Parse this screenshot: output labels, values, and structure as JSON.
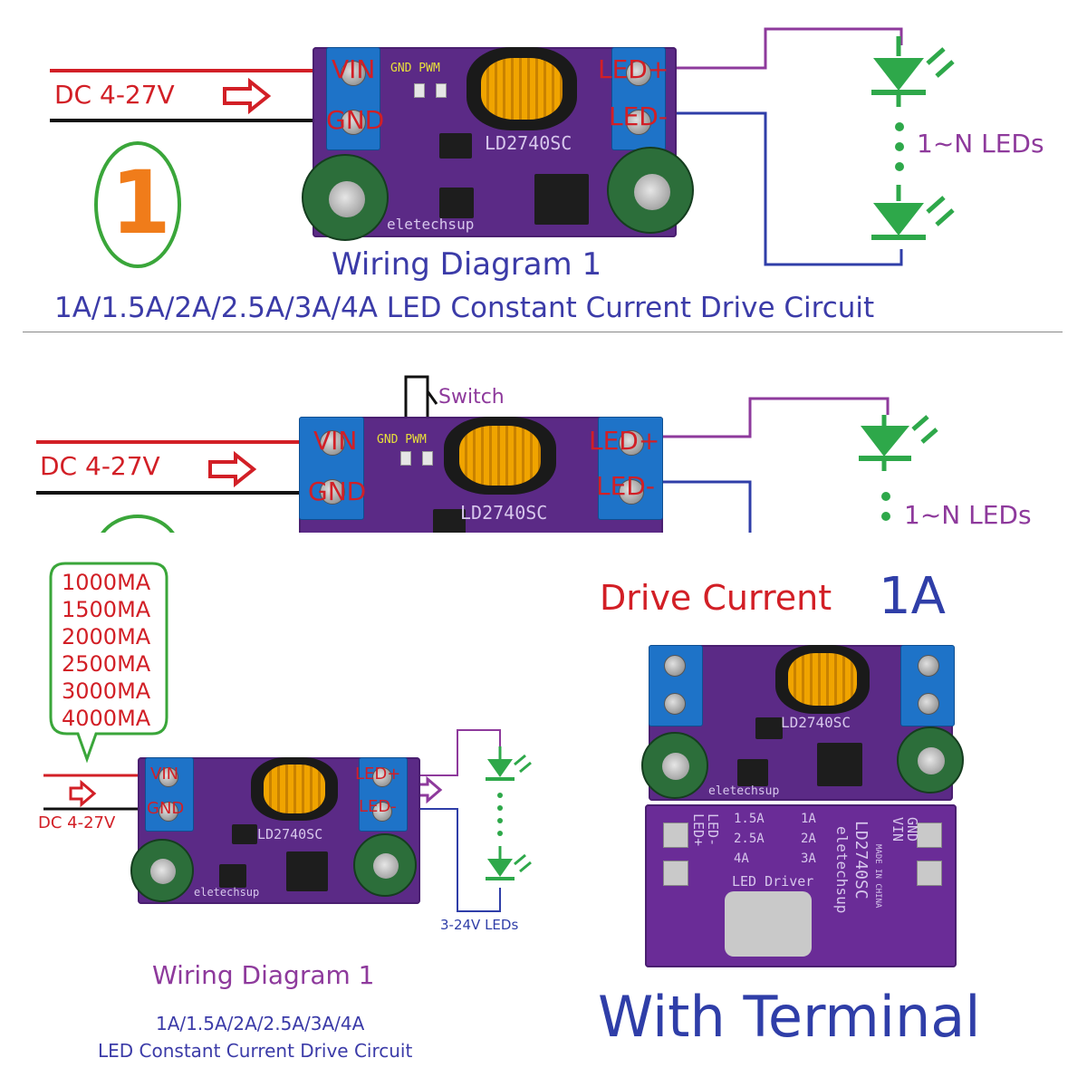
{
  "panel1": {
    "input_label": "DC 4-27V",
    "step_number": "1",
    "pin_vin": "VIN",
    "pin_gnd": "GND",
    "pin_led_plus": "LED+",
    "pin_led_minus": "LED-",
    "silk_gnd_pwm": "GND PWM",
    "silk_chip": "LD2740SC",
    "silk_brand": "eletechsup",
    "led_count_label": "1~N LEDs",
    "title": "Wiring Diagram 1",
    "subtitle": "1A/1.5A/2A/2.5A/3A/4A LED Constant Current Drive Circuit"
  },
  "panel2": {
    "input_label": "DC 4-27V",
    "switch_label": "Switch",
    "pin_vin": "VIN",
    "pin_gnd": "GND",
    "pin_led_plus": "LED+",
    "pin_led_minus": "LED-",
    "silk_gnd_pwm": "GND PWM",
    "silk_chip": "LD2740SC",
    "led_count_label": "1~N LEDs"
  },
  "panel3": {
    "current_options": [
      "1000MA",
      "1500MA",
      "2000MA",
      "2500MA",
      "3000MA",
      "4000MA"
    ],
    "input_label": "DC 4-27V",
    "pin_vin": "VIN",
    "pin_gnd": "GND",
    "pin_led_plus": "LED+",
    "pin_led_minus": "LED-",
    "silk_chip": "LD2740SC",
    "silk_brand": "eletechsup",
    "led_voltage_label": "3-24V LEDs",
    "title": "Wiring Diagram 1",
    "subtitle_line1": "1A/1.5A/2A/2.5A/3A/4A",
    "subtitle_line2": "LED Constant Current Drive Circuit"
  },
  "panel4": {
    "drive_current_label": "Drive Current",
    "drive_current_value": "1A",
    "silk_chip": "LD2740SC",
    "silk_brand": "eletechsup",
    "back_options": [
      "1.5A",
      "1A",
      "2.5A",
      "2A",
      "4A",
      "3A"
    ],
    "back_led_plus": "LED+",
    "back_led_minus": "LED-",
    "back_gnd": "GND",
    "back_vin": "VIN",
    "back_led_driver": "LED Driver",
    "back_made_in": "MADE IN CHINA",
    "caption": "With Terminal"
  },
  "colors": {
    "red_wire": "#d21f26",
    "black_wire": "#111111",
    "purple_wire": "#8e3a9c",
    "blue_wire": "#2f3ea8",
    "led_green": "#2ea84a",
    "title_blue": "#3b3ba8",
    "title_purple": "#8e3a9c",
    "step_orange": "#f07c1a",
    "step_green": "#3aa63a"
  }
}
